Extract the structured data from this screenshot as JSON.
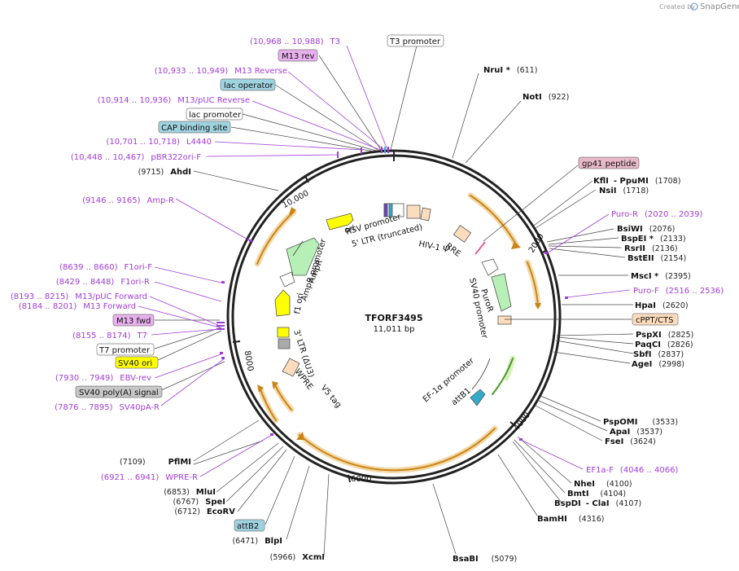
{
  "app": {
    "credit_prefix": "Created by",
    "brand": "SnapGene"
  },
  "plasmid": {
    "name": "TFORF3495",
    "size": "11,011 bp"
  },
  "ticks": {
    "t2000": "2000",
    "t4000": "4000",
    "t6000": "6000",
    "t8000": "8000",
    "t10000": "10,000"
  },
  "right_enzymes": [
    {
      "name": "NruI *",
      "pos": "(611)"
    },
    {
      "name": "NotI",
      "pos": "(922)"
    },
    {
      "name": "KflI",
      "extra": "- PpuMI",
      "pos": "(1708)"
    },
    {
      "name": "NsiI",
      "pos": "(1718)"
    },
    {
      "name": "BsiWI",
      "pos": "(2076)"
    },
    {
      "name": "BspEI *",
      "pos": "(2133)"
    },
    {
      "name": "RsrII",
      "pos": "(2136)"
    },
    {
      "name": "BstEII",
      "pos": "(2154)"
    },
    {
      "name": "MscI *",
      "pos": "(2395)"
    },
    {
      "name": "HpaI",
      "pos": "(2620)"
    },
    {
      "name": "PspXI",
      "pos": "(2825)"
    },
    {
      "name": "PaqCI",
      "pos": "(2826)"
    },
    {
      "name": "SbfI",
      "pos": "(2837)"
    },
    {
      "name": "AgeI",
      "pos": "(2998)"
    },
    {
      "name": "PspOMI",
      "pos": "(3533)"
    },
    {
      "name": "ApaI",
      "pos": "(3537)"
    },
    {
      "name": "FseI",
      "pos": "(3624)"
    },
    {
      "name": "NheI",
      "pos": "(4100)"
    },
    {
      "name": "BmtI",
      "pos": "(4104)"
    },
    {
      "name": "BspDI",
      "extra": "- ClaI",
      "pos": "(4107)"
    },
    {
      "name": "BamHI",
      "pos": "(4316)"
    },
    {
      "name": "BsaBI",
      "pos": "(5079)"
    }
  ],
  "right_primers": [
    {
      "name": "Puro-R",
      "pos": "(2020 .. 2039)"
    },
    {
      "name": "Puro-F",
      "pos": "(2516 .. 2536)"
    },
    {
      "name": "EF1a-F",
      "pos": "(4046 .. 4066)"
    }
  ],
  "right_boxes": {
    "gp41": "gp41 peptide",
    "cppt": "cPPT/CTS"
  },
  "left_enzymes": [
    {
      "name": "AhdI",
      "pos": "(9715)"
    },
    {
      "name": "PflMI",
      "pos": "(7109)"
    },
    {
      "name": "MluI",
      "pos": "(6853)"
    },
    {
      "name": "SpeI",
      "pos": "(6767)"
    },
    {
      "name": "EcoRV",
      "pos": "(6712)"
    },
    {
      "name": "BlpI",
      "pos": "(6471)"
    },
    {
      "name": "XcmI",
      "pos": "(5966)"
    }
  ],
  "left_primers": [
    {
      "name": "T3",
      "pos": "(10,968 .. 10,988)"
    },
    {
      "name": "M13 Reverse",
      "pos": "(10,933 .. 10,949)"
    },
    {
      "name": "M13/pUC Reverse",
      "pos": "(10,914 .. 10,936)"
    },
    {
      "name": "L4440",
      "pos": "(10,701 .. 10,718)"
    },
    {
      "name": "pBR322ori-F",
      "pos": "(10,448 .. 10,467)"
    },
    {
      "name": "Amp-R",
      "pos": "(9146 .. 9165)"
    },
    {
      "name": "F1ori-F",
      "pos": "(8639 .. 8660)"
    },
    {
      "name": "F1ori-R",
      "pos": "(8429 .. 8448)"
    },
    {
      "name": "M13/pUC Forward",
      "pos": "(8193 .. 8215)"
    },
    {
      "name": "M13 Forward",
      "pos": "(8184 .. 8201)"
    },
    {
      "name": "T7",
      "pos": "(8155 .. 8174)"
    },
    {
      "name": "EBV-rev",
      "pos": "(7930 .. 7949)"
    },
    {
      "name": "SV40pA-R",
      "pos": "(7876 .. 7895)"
    },
    {
      "name": "WPRE-R",
      "pos": "(6921 .. 6941)"
    }
  ],
  "left_boxes": {
    "t3_promoter": "T3 promoter",
    "m13_rev": "M13 rev",
    "lac_operator": "lac operator",
    "lac_promoter": "lac promoter",
    "cap": "CAP binding site",
    "m13_fwd": "M13 fwd",
    "t7_promoter": "T7 promoter",
    "sv40_ori": "SV40 ori",
    "sv40_polya": "SV40 poly(A) signal",
    "attb2": "attB2"
  },
  "features": {
    "rsv": "RSV promoter",
    "ltr5": "5' LTR (truncated)",
    "hiv": "HIV-1 Ψ",
    "rre": "RRE",
    "ori": "ori",
    "ampr": "AmpR",
    "ampr_promoter": "AmpR promoter",
    "f1ori": "f1 ori",
    "puror": "PuroR",
    "sv40_promoter": "SV40 promoter",
    "ltr3": "3' LTR (ΔU3)",
    "wpre": "WPRE",
    "v5": "V5 tag",
    "ef1a": "EF-1α promoter",
    "attb1": "attB1"
  },
  "colors": {
    "primer": "#a03dd6",
    "orf": "#b6f0b6",
    "ori_fill": "#ffff00",
    "lac_box": "#9fd3e0",
    "m13_box": "#e8b0ee",
    "gp41_box": "#e8b8c8",
    "cppt_box": "#fcdcbc",
    "sv40_ori_box": "#ffff00",
    "polya_box": "#c7c7c7",
    "arc_orange": "#e09a2a"
  }
}
